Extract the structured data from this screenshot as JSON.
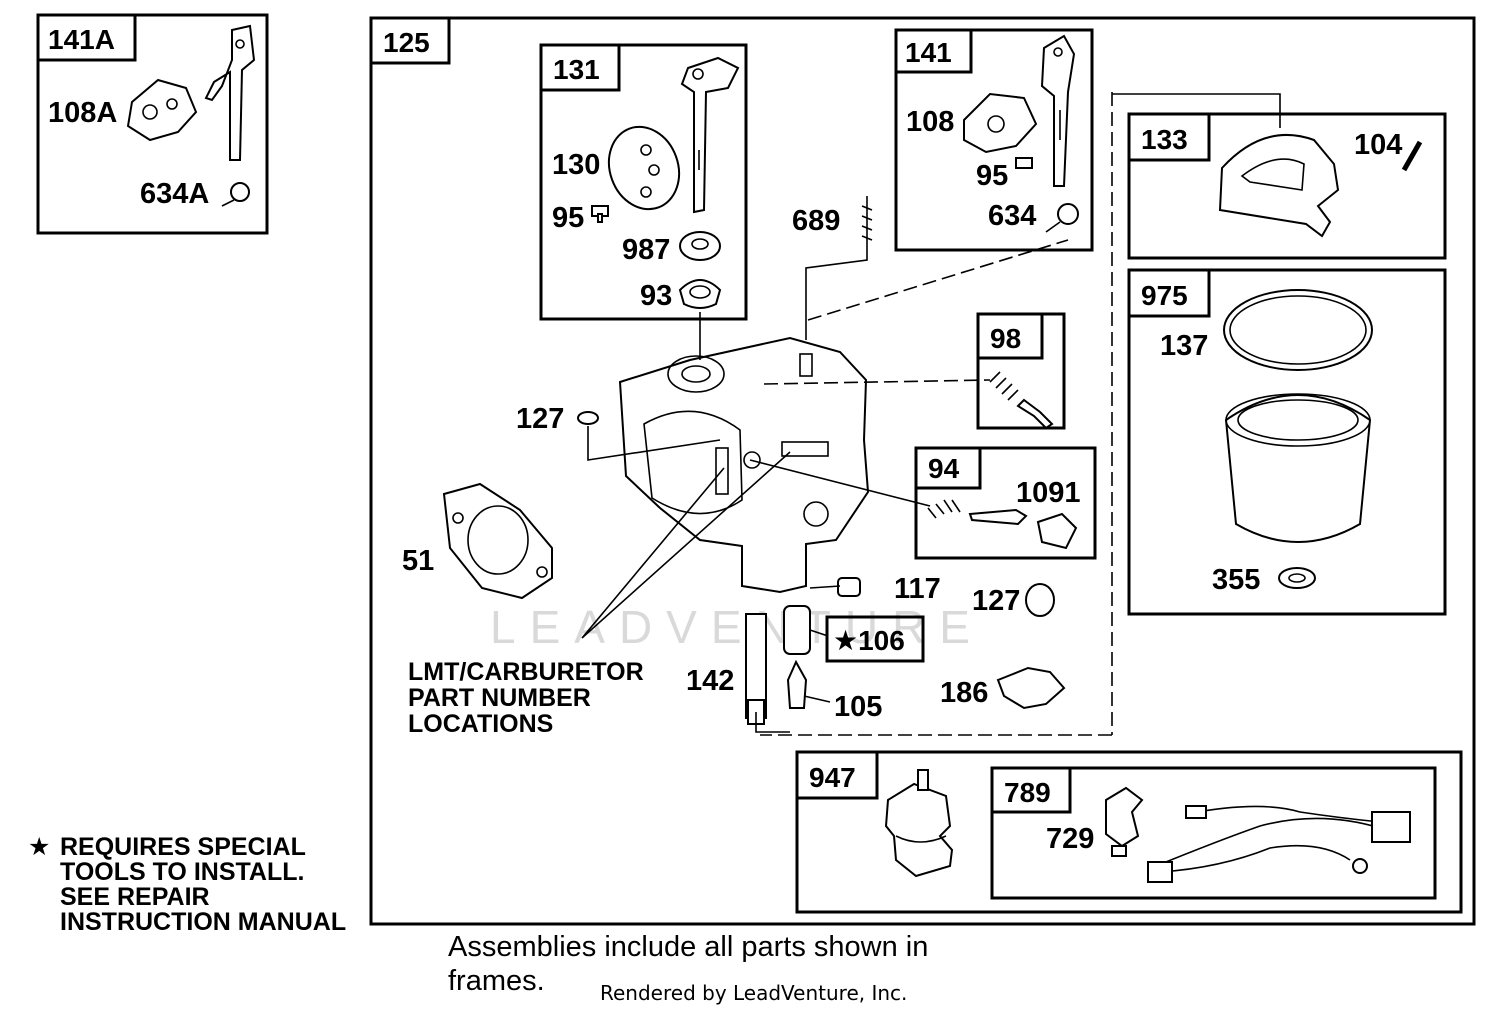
{
  "watermark": "LEADVENTURE",
  "frames": {
    "f141A": "141A",
    "f125": "125",
    "f131": "131",
    "f141": "141",
    "f133": "133",
    "f975": "975",
    "f98": "98",
    "f94": "94",
    "f947": "947",
    "f789": "789",
    "f106": "★106"
  },
  "parts": {
    "p108A": "108A",
    "p634A": "634A",
    "p130": "130",
    "p95a": "95",
    "p987": "987",
    "p93": "93",
    "p689": "689",
    "p108": "108",
    "p95b": "95",
    "p634": "634",
    "p104": "104",
    "p137": "137",
    "p355": "355",
    "p127a": "127",
    "p51": "51",
    "p1091": "1091",
    "p117": "117",
    "p127b": "127",
    "p142": "142",
    "p105": "105",
    "p186": "186",
    "p729": "729"
  },
  "notes": {
    "lmt1": "LMT/CARBURETOR",
    "lmt2": "PART NUMBER",
    "lmt3": "LOCATIONS",
    "star": "★",
    "req1": "REQUIRES SPECIAL",
    "req2": "TOOLS TO INSTALL.",
    "req3": "SEE REPAIR",
    "req4": "INSTRUCTION MANUAL"
  },
  "footer": {
    "line1": "Assemblies include all parts shown in",
    "line2": "frames.",
    "rendered": "Rendered by LeadVenture, Inc."
  },
  "icons": [
    "throttle-shaft-icon",
    "choke-plate-icon",
    "carburetor-body-icon",
    "float-bowl-icon",
    "solenoid-icon",
    "wire-harness-icon",
    "gasket-icon",
    "spring-icon",
    "screw-icon",
    "elbow-fitting-icon"
  ]
}
